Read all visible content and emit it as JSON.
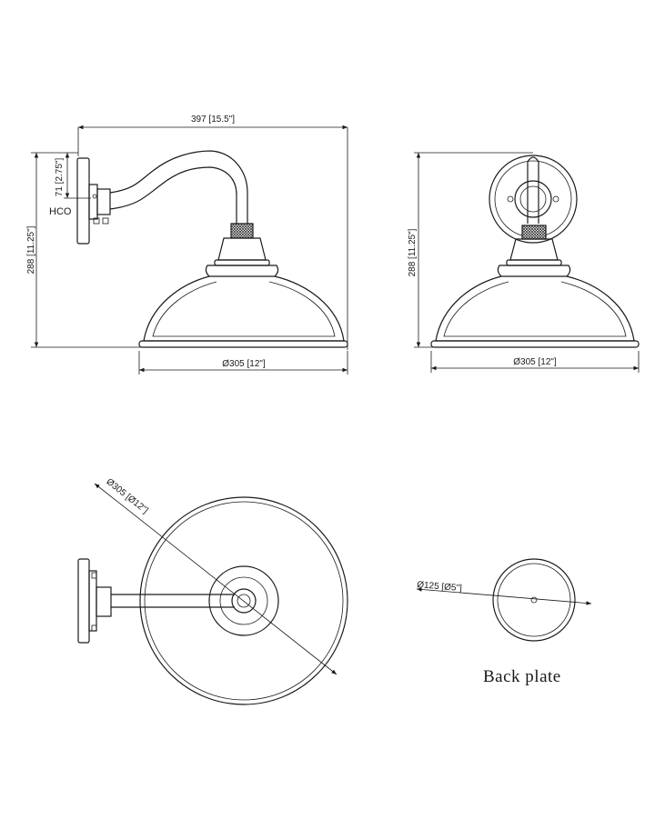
{
  "side_view": {
    "width_label": "397 [15.5\"]",
    "height_label": "288 [11.25\"]",
    "hco_offset_label": "71 [2.75\"]",
    "hco_label": "HCO",
    "shade_diameter_label": "Ø305 [12\"]"
  },
  "front_view": {
    "height_label": "288 [11.25\"]",
    "shade_diameter_label": "Ø305 [12\"]"
  },
  "top_view": {
    "shade_diameter_label": "Ø305 [Ø12\"]"
  },
  "back_plate_view": {
    "diameter_label": "Ø125 [Ø5\"]",
    "title": "Back plate"
  }
}
